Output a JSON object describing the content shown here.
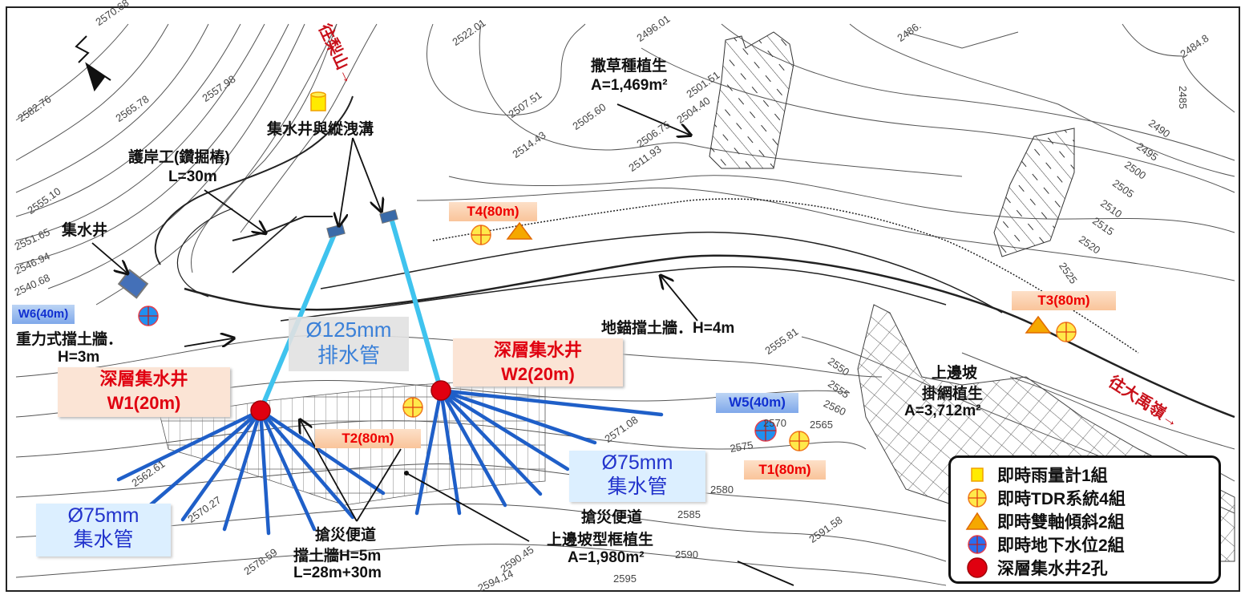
{
  "directions": {
    "to_lishan": "往梨山→",
    "to_dayuling": "往大禹嶺→"
  },
  "north_arrow": "N",
  "annotations": {
    "collection_well_and_drain": "集水井與縱洩溝",
    "revetment": "護岸工(鑽掘樁)",
    "revetment_length": "L=30m",
    "collection_well": "集水井",
    "gravity_wall": "重力式擋土牆．",
    "gravity_wall_height": "H=3m",
    "grass_seeding": "撒草種植生",
    "grass_seeding_area": "A=1,469m²",
    "anchor_wall": "地錨擋土牆．H=4m",
    "upper_slope": "上邊坡",
    "net_planting": "掛網植生",
    "net_planting_area": "A=3,712m²",
    "emergency_road_left": "搶災便道",
    "emergency_road_wall": "擋土牆H=5m",
    "emergency_road_length": "L=28m+30m",
    "emergency_road_right": "搶災便道",
    "frame_planting": "上邊坡型框植生",
    "frame_planting_area": "A=1,980m²"
  },
  "pipes": {
    "drain_diameter": "Ø125mm",
    "drain_label": "排水管",
    "collector_left_diameter": "Ø75mm",
    "collector_left_label": "集水管",
    "collector_right_diameter": "Ø75mm",
    "collector_right_label": "集水管"
  },
  "deep_wells": [
    {
      "title": "深層集水井",
      "id": "W1(20m)"
    },
    {
      "title": "深層集水井",
      "id": "W2(20m)"
    }
  ],
  "instrument_tags": {
    "T1": "T1(80m)",
    "T2": "T2(80m)",
    "T3": "T3(80m)",
    "T4": "T4(80m)",
    "W5": "W5(40m)",
    "W6": "W6(40m)"
  },
  "elevations": [
    "2570.68",
    "2582.76",
    "2565.78",
    "2557.98",
    "2522.01",
    "2496.01",
    "2505.60",
    "2507.51",
    "2514.43",
    "2511.93",
    "2506.75",
    "2504.40",
    "2501.51",
    "2486.",
    "2484.8",
    "2555.10",
    "2546.94",
    "2551.65",
    "2540.68",
    "2562.61",
    "2570.27",
    "2578.59",
    "2571.08",
    "2590.45",
    "2594.14",
    "2591.58",
    "2555.81",
    "2490",
    "2495",
    "2500",
    "2505",
    "2510",
    "2515",
    "2520",
    "2525",
    "2550",
    "2555",
    "2560",
    "2565",
    "2570",
    "2575",
    "2580",
    "2585",
    "2590",
    "2595",
    "2485"
  ],
  "legend": {
    "items": [
      {
        "label": "即時雨量計1組",
        "icon": "rain-gauge-icon"
      },
      {
        "label": "即時TDR系統4組",
        "icon": "tdr-icon"
      },
      {
        "label": "即時雙軸傾斜2組",
        "icon": "tiltmeter-icon"
      },
      {
        "label": "即時地下水位2組",
        "icon": "groundwater-icon"
      },
      {
        "label": "深層集水井2孔",
        "icon": "deep-well-icon"
      }
    ]
  },
  "colors": {
    "well_red": "#e00010",
    "drain_pipe": "#3fc3ee",
    "collector_pipe": "#1f5fc8",
    "tdr_yellow": "#ffe94a",
    "tilt_orange": "#f5a800"
  }
}
